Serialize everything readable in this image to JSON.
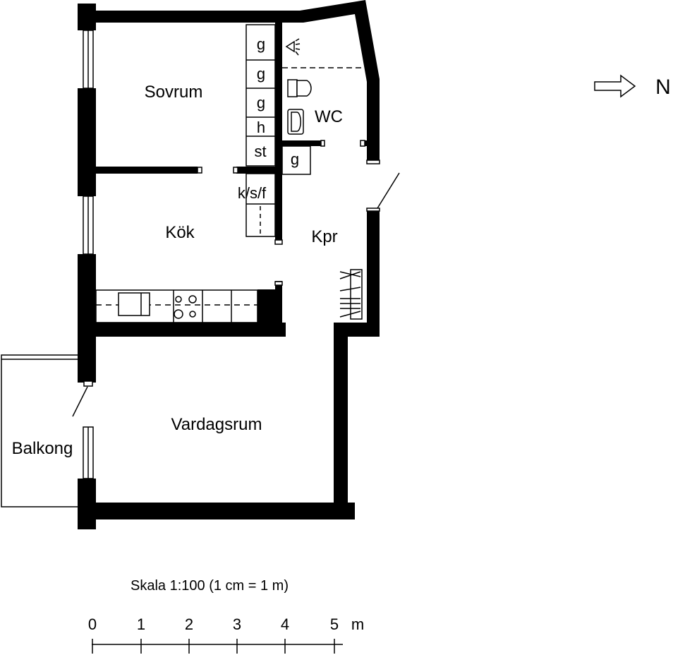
{
  "rooms": {
    "sovrum": "Sovrum",
    "kok": "Kök",
    "kpr": "Kpr",
    "wc": "WC",
    "vardagsrum": "Vardagsrum",
    "balkong": "Balkong"
  },
  "cabinets": [
    "g",
    "g",
    "g",
    "h",
    "st",
    "k/s/f"
  ],
  "wc_cabinet": "g",
  "north": {
    "label": "N"
  },
  "scale": {
    "title": "Skala 1:100 (1 cm = 1 m)",
    "ticks": [
      "0",
      "1",
      "2",
      "3",
      "4",
      "5"
    ],
    "unit": "m"
  }
}
